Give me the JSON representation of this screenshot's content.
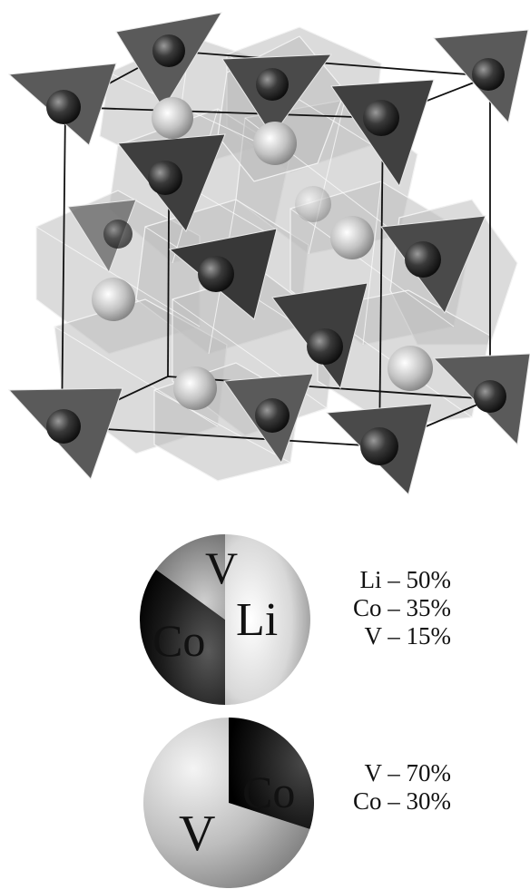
{
  "legend": {
    "sphere1": {
      "labels": {
        "li": "Li",
        "co": "Co",
        "v": "V"
      },
      "lines": [
        "Li – 50%",
        "Co – 35%",
        "V – 15%"
      ],
      "fractions": {
        "li": 0.5,
        "co": 0.35,
        "v": 0.15
      }
    },
    "sphere2": {
      "labels": {
        "v": "V",
        "co": "Co"
      },
      "lines": [
        "V – 70%",
        "Co – 30%"
      ],
      "fractions": {
        "v": 0.7,
        "co": 0.3
      }
    }
  },
  "colors": {
    "background": "#ffffff",
    "edge": "#111111",
    "dark_tetra": "#4a4a4a",
    "light_octa": "#c8c8c8"
  }
}
